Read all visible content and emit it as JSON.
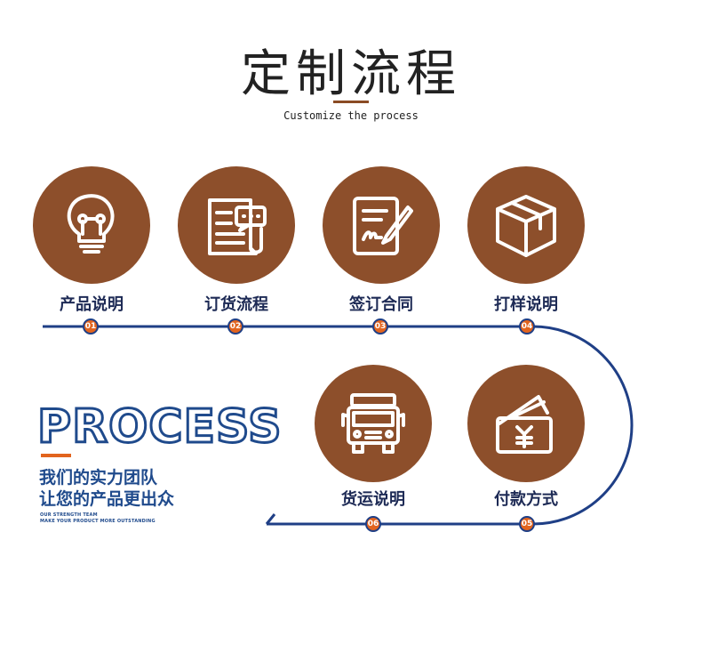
{
  "header": {
    "title": "定制流程",
    "subtitle": "Customize the process"
  },
  "steps": [
    {
      "label": "产品说明",
      "number": "01",
      "icon": "lightbulb-icon"
    },
    {
      "label": "订货流程",
      "number": "02",
      "icon": "document-chat-icon"
    },
    {
      "label": "签订合同",
      "number": "03",
      "icon": "sign-contract-icon"
    },
    {
      "label": "打样说明",
      "number": "04",
      "icon": "box-icon"
    },
    {
      "label": "付款方式",
      "number": "05",
      "icon": "wallet-yuan-icon"
    },
    {
      "label": "货运说明",
      "number": "06",
      "icon": "truck-icon"
    }
  ],
  "promo": {
    "heading": "PROCESS",
    "line1": "我们的实力团队",
    "line2": "让您的产品更出众",
    "small1": "OUR STRENGTH TEAM",
    "small2": "MAKE YOUR PRODUCT MORE OUTSTANDING"
  },
  "colors": {
    "circle": "#8d4f2b",
    "line": "#1f3f86",
    "badge": "#e2641e"
  }
}
